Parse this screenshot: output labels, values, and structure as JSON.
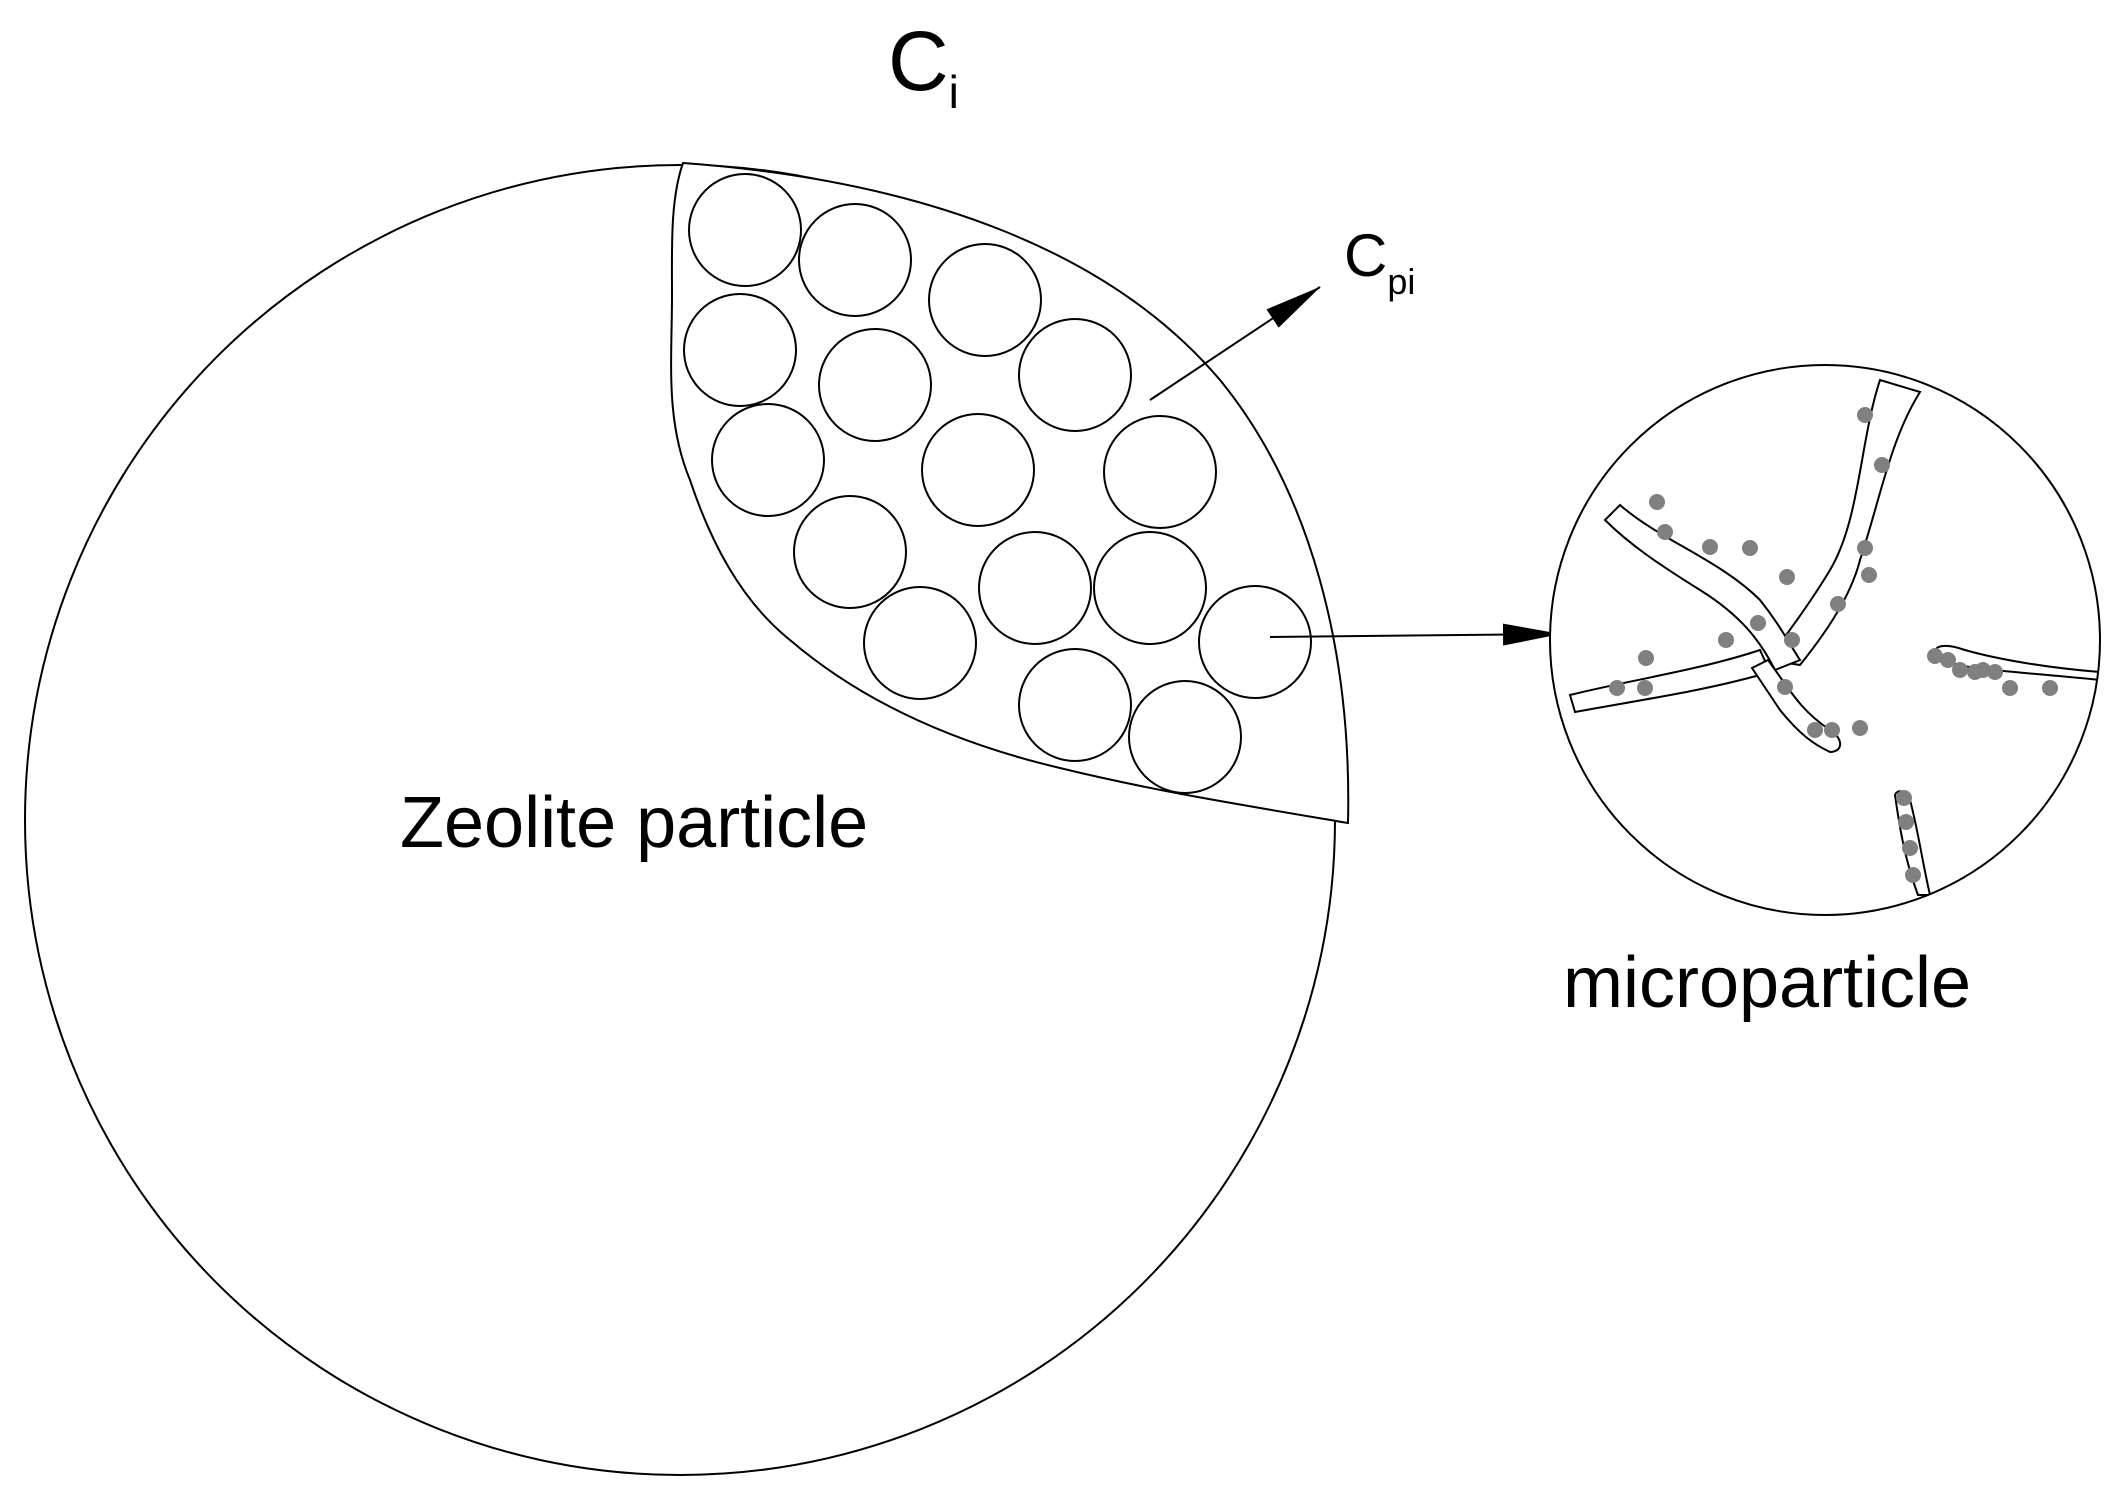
{
  "labels": {
    "bulk_concentration": {
      "main": "C",
      "sub": "i"
    },
    "pore_concentration": {
      "main": "C",
      "sub": "pi"
    },
    "zeolite": "Zeolite particle",
    "micro": "microparticle"
  },
  "colors": {
    "stroke": "#000000",
    "background": "#ffffff",
    "adsorbate_dot": "#808080"
  }
}
